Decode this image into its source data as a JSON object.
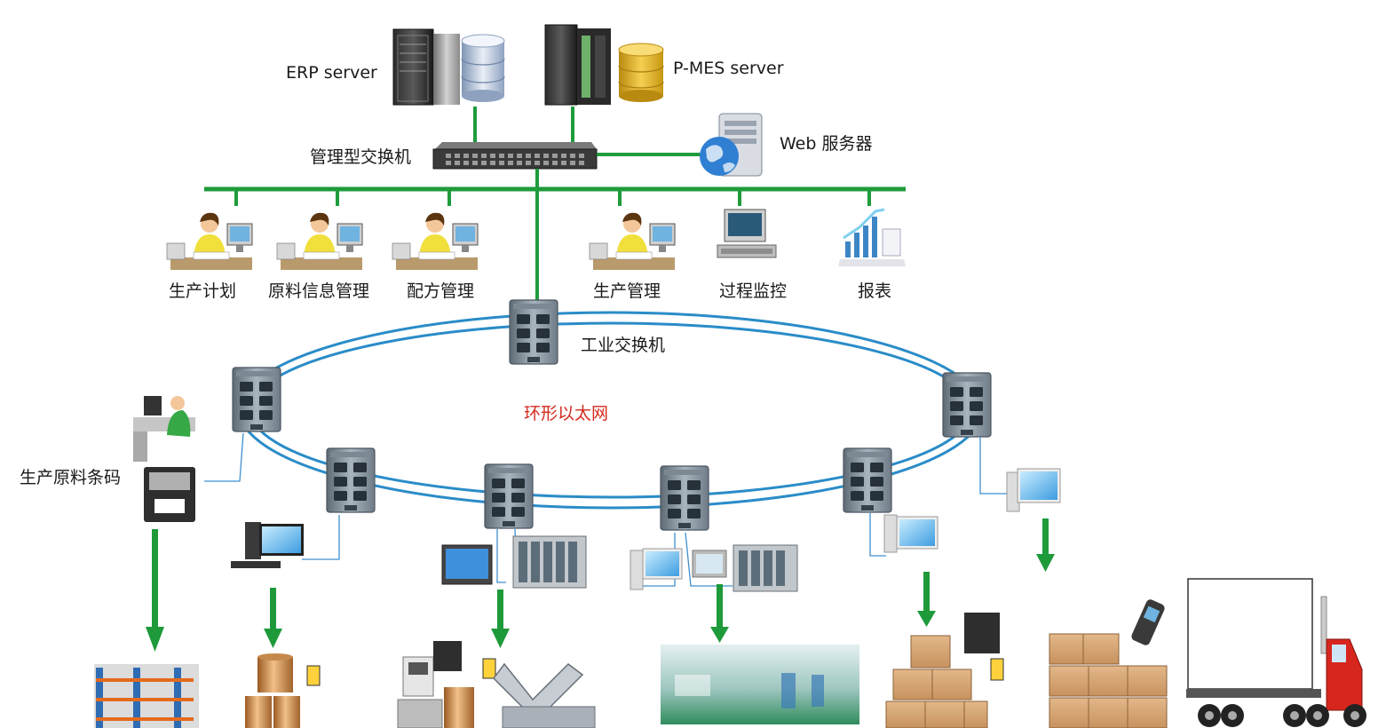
{
  "labels": {
    "erp_server": "ERP server",
    "pmes_server": "P-MES server",
    "managed_switch": "管理型交换机",
    "web_server": "Web 服务器",
    "industrial_switch": "工业交换机",
    "ring_ethernet": "环形以太网",
    "barcode": "生产原料条码"
  },
  "workstations": [
    {
      "label": "生产计划",
      "icon": "office-worker"
    },
    {
      "label": "原料信息管理",
      "icon": "office-worker"
    },
    {
      "label": "配方管理",
      "icon": "office-worker"
    },
    {
      "label": "生产管理",
      "icon": "office-worker"
    },
    {
      "label": "过程监控",
      "icon": "monitor-terminal"
    },
    {
      "label": "报表",
      "icon": "report-chart"
    }
  ],
  "colors": {
    "bus_green": "#1f9b3c",
    "ring_blue": "#2a8cc8",
    "arrow_green": "#1e9a3a",
    "link_blue": "#3f8fd0",
    "label_red": "#d62a1e"
  }
}
